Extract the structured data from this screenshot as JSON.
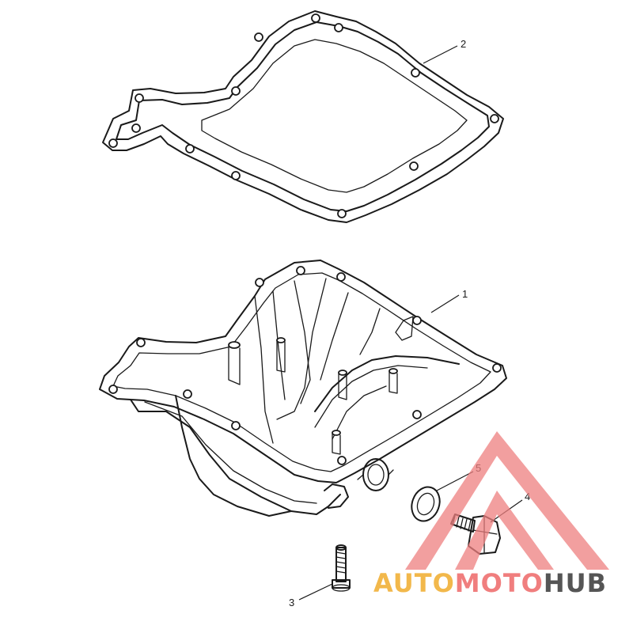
{
  "callouts": {
    "oil_pan": "1",
    "gasket": "2",
    "bolt": "3",
    "drain_plug": "4",
    "drain_washer": "5"
  },
  "watermark": {
    "part1": "AUTO",
    "part2": "MOTO",
    "part3": "HUB",
    "color_auto": "#f2b84b",
    "color_moto": "#f07e7e",
    "color_hub": "#555555",
    "logo_color": "#ee8080"
  }
}
